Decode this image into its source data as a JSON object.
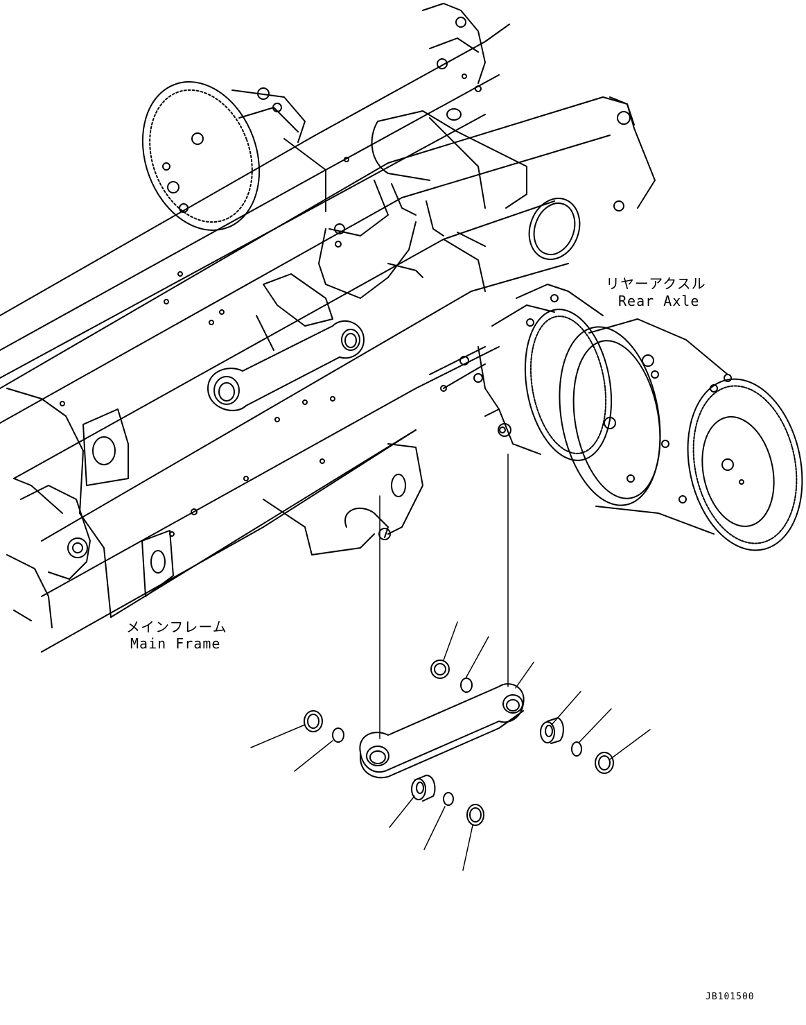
{
  "labels": {
    "rear_axle_jp": "リヤーアクスル",
    "rear_axle_en": "Rear Axle",
    "main_frame_jp": "メインフレーム",
    "main_frame_en": "Main Frame"
  },
  "drawing_id": "JB101500",
  "colors": {
    "line": "#000000",
    "background": "#ffffff"
  }
}
